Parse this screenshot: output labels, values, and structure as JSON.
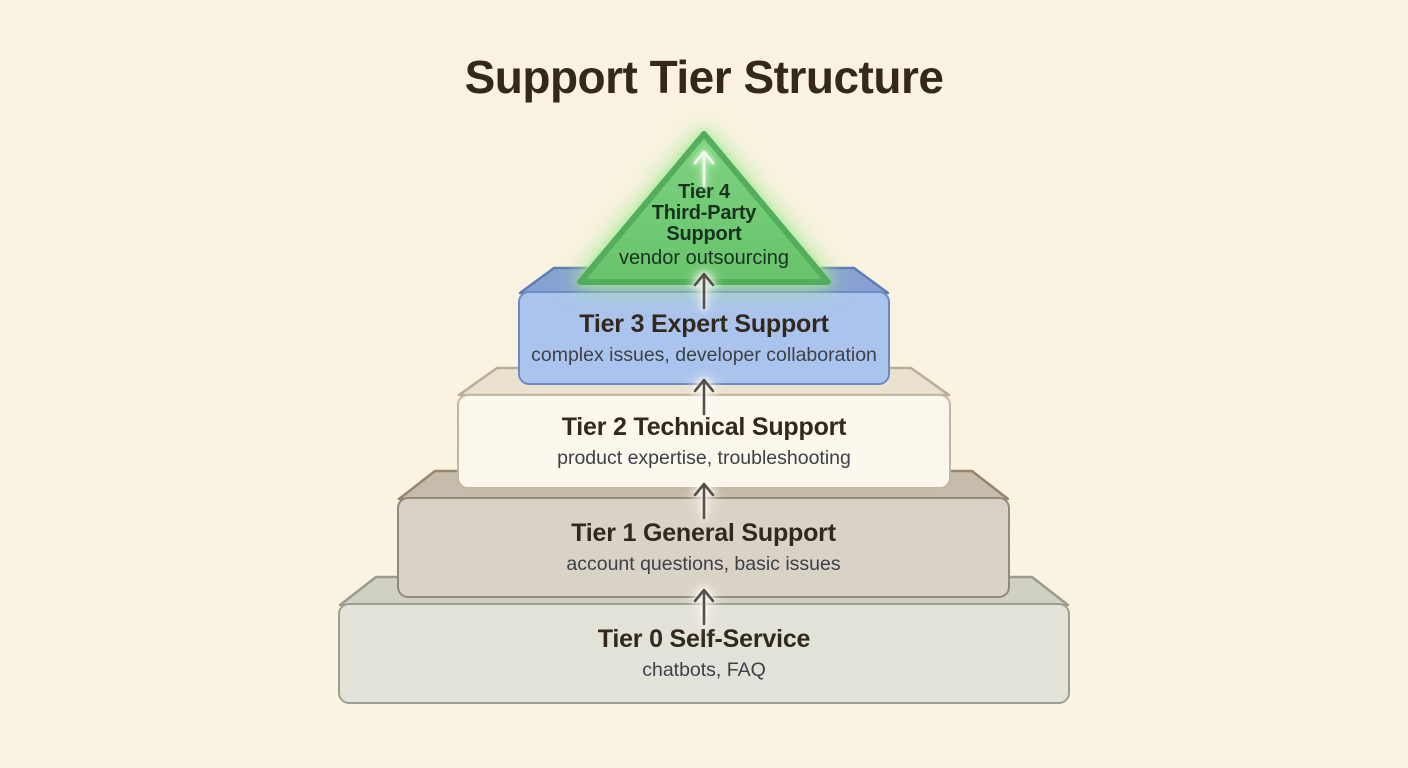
{
  "title": "Support Tier Structure",
  "diagram": {
    "type": "pyramid",
    "arrow_icon": "arrow-up",
    "tiers": [
      {
        "id": "tier-4",
        "shape": "triangle",
        "label_lines": [
          "Tier 4",
          "Third-Party",
          "Support"
        ],
        "description": "vendor outsourcing"
      },
      {
        "id": "tier-3",
        "shape": "slab",
        "label": "Tier 3 Expert Support",
        "description": "complex issues, developer collaboration"
      },
      {
        "id": "tier-2",
        "shape": "slab",
        "label": "Tier 2 Technical Support",
        "description": "product expertise, troubleshooting"
      },
      {
        "id": "tier-1",
        "shape": "slab",
        "label": "Tier 1 General Support",
        "description": "account questions, basic issues"
      },
      {
        "id": "tier-0",
        "shape": "slab",
        "label": "Tier 0 Self-Service",
        "description": "chatbots, FAQ"
      }
    ]
  },
  "colors": {
    "background": "#faf3e2",
    "title_text": "#35281b",
    "tier_label_text": "#33281c",
    "tier_desc_text": "#3d4148",
    "arrow_dark": "#57504a",
    "arrow_light": "#f2fbee",
    "tier4_fill": "#68c36b",
    "tier4_fill_light": "#7ed381",
    "tier4_border": "#54ad5c",
    "tier4_glow": "rgba(167,233,150,0.9)",
    "tier4_text": "#17321e",
    "tier3_top": "#87a2d2",
    "tier3_top_border": "#5f7cb4",
    "tier3_front": "#abc4ed",
    "tier3_front_border": "#6c8bc2",
    "tier2_top": "#eae2cf",
    "tier2_top_border": "#baaf96",
    "tier2_front": "#fbf7ec",
    "tier2_front_border": "#c4b89f",
    "tier1_top": "#c6bcab",
    "tier1_top_border": "#97866f",
    "tier1_front": "#d9d2c7",
    "tier1_front_border": "#94897a",
    "tier0_top": "#d1d1c3",
    "tier0_top_border": "#9c9c8e",
    "tier0_front": "#e3e2d9",
    "tier0_front_border": "#9d9d90"
  }
}
